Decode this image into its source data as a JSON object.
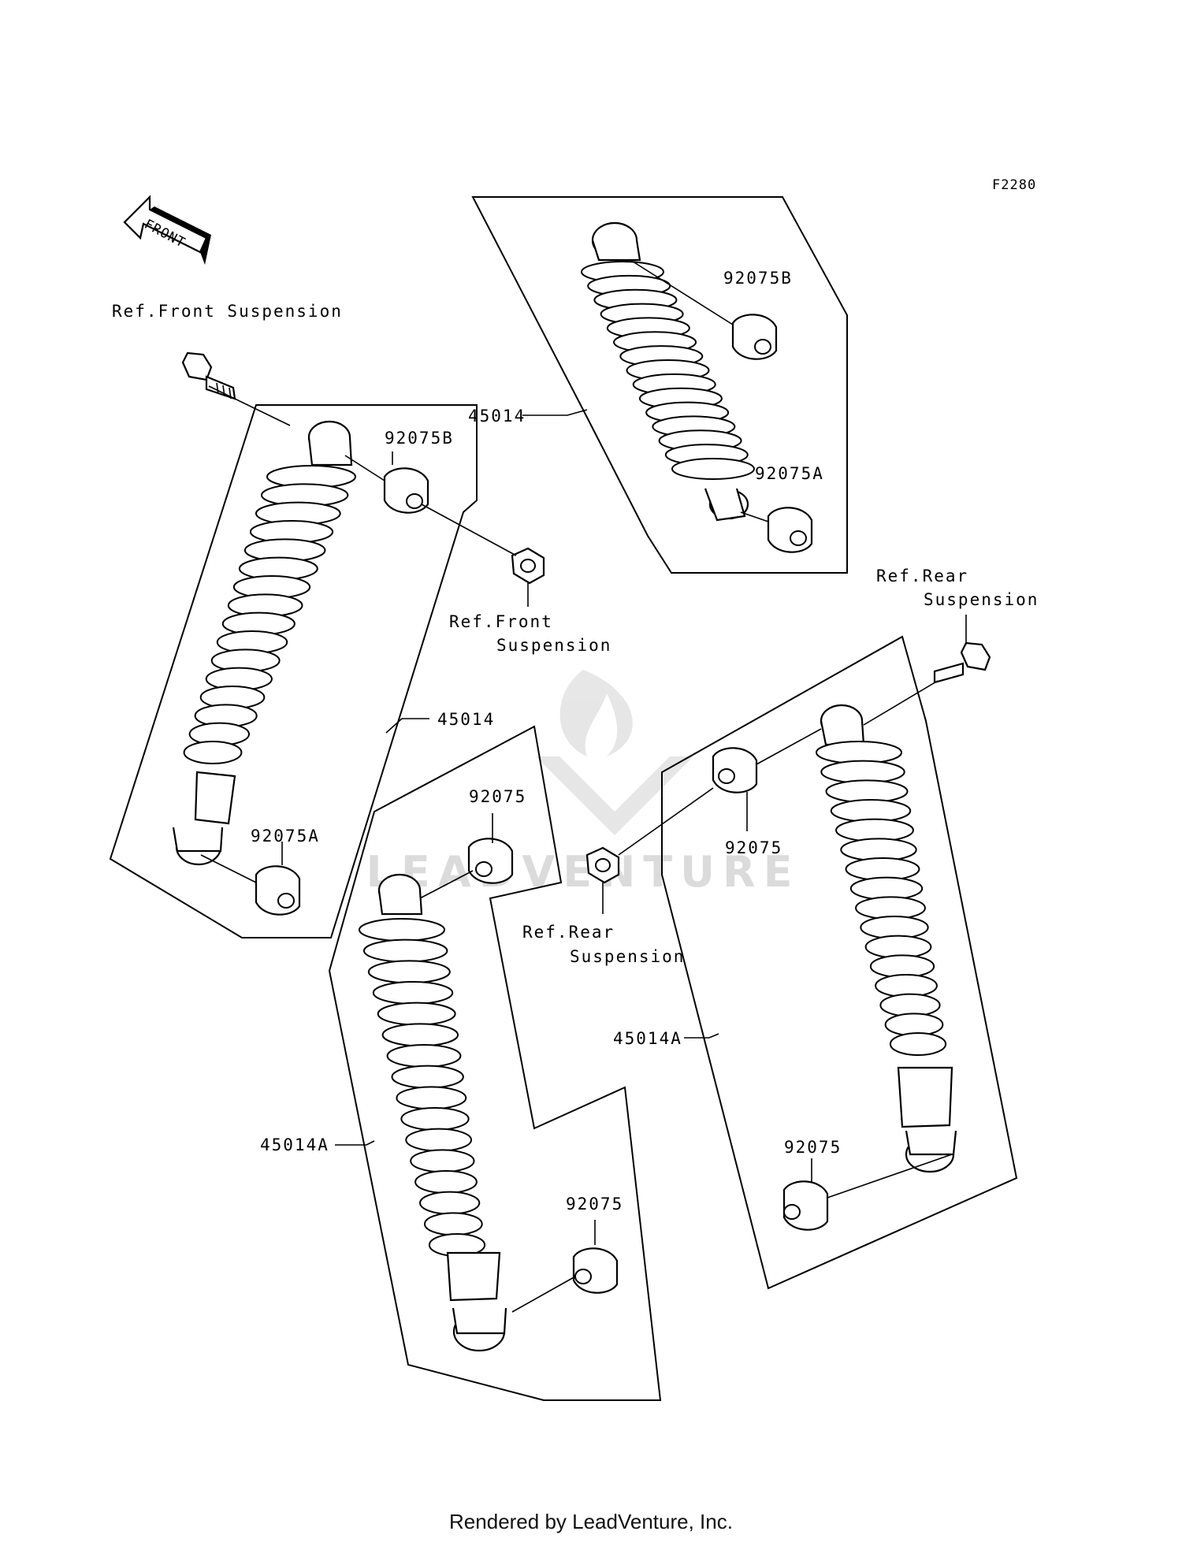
{
  "diagram_id": "F2280",
  "front_arrow_label": "FRONT",
  "watermark": "LEADVENTURE",
  "footer": "Rendered by LeadVenture, Inc.",
  "labels": {
    "ref_front_suspension_top": "Ref.Front Suspension",
    "ref_front_suspension_mid_1": "Ref.Front",
    "ref_front_suspension_mid_2": "Suspension",
    "ref_rear_suspension_top_1": "Ref.Rear",
    "ref_rear_suspension_top_2": "Suspension",
    "ref_rear_suspension_mid_1": "Ref.Rear",
    "ref_rear_suspension_mid_2": "Suspension",
    "top_shock_part": "45014",
    "top_shock_upper_bush": "92075B",
    "top_shock_lower_bush": "92075A",
    "left_shock_part": "45014",
    "left_shock_upper_bush": "92075B",
    "left_shock_lower_bush": "92075A",
    "center_shock_part": "45014A",
    "center_shock_upper_bush": "92075",
    "center_shock_lower_bush": "92075",
    "right_shock_part": "45014A",
    "right_shock_upper_bush": "92075",
    "right_shock_lower_bush": "92075"
  }
}
